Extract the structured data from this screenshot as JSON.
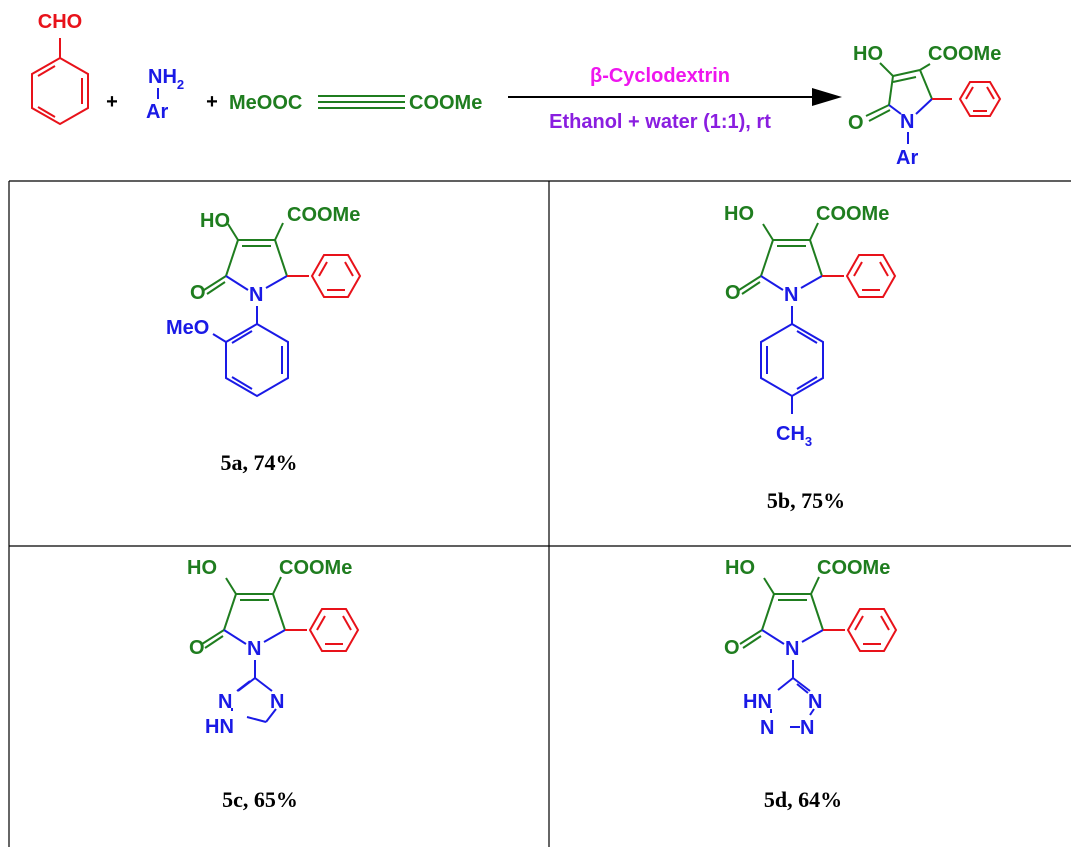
{
  "colors": {
    "red": "#e8121a",
    "blue": "#1a1ae6",
    "green": "#1f7d1f",
    "magenta": "#ee16ee",
    "purple": "#8a1ee0",
    "black": "#000000"
  },
  "reaction": {
    "aldehyde": {
      "group": "CHO"
    },
    "plus": "+",
    "amine": {
      "nh": "NH",
      "sub2": "2",
      "ar": "Ar"
    },
    "alkyne": {
      "left": "MeOOC",
      "right": "COOMe"
    },
    "arrow": {
      "catalyst": "β-Cyclodextrin",
      "conditions": "Ethanol + water (1:1), rt"
    },
    "product": {
      "ho": "HO",
      "coome": "COOMe",
      "o": "O",
      "n": "N",
      "ar": "Ar"
    }
  },
  "core": {
    "ho": "HO",
    "coome": "COOMe",
    "o": "O",
    "n": "N"
  },
  "compounds": [
    {
      "id": "5a",
      "caption": "5a, 74%",
      "sub": {
        "meo": "MeO"
      }
    },
    {
      "id": "5b",
      "caption": "5b, 75%",
      "sub": {
        "ch": "CH",
        "sub3": "3"
      }
    },
    {
      "id": "5c",
      "caption": "5c, 65%",
      "sub": {
        "n1": "N",
        "n2": "N",
        "hn": "HN"
      }
    },
    {
      "id": "5d",
      "caption": "5d, 64%",
      "sub": {
        "hn": "HN",
        "n1": "N",
        "n2": "N",
        "n3": "N"
      }
    }
  ]
}
